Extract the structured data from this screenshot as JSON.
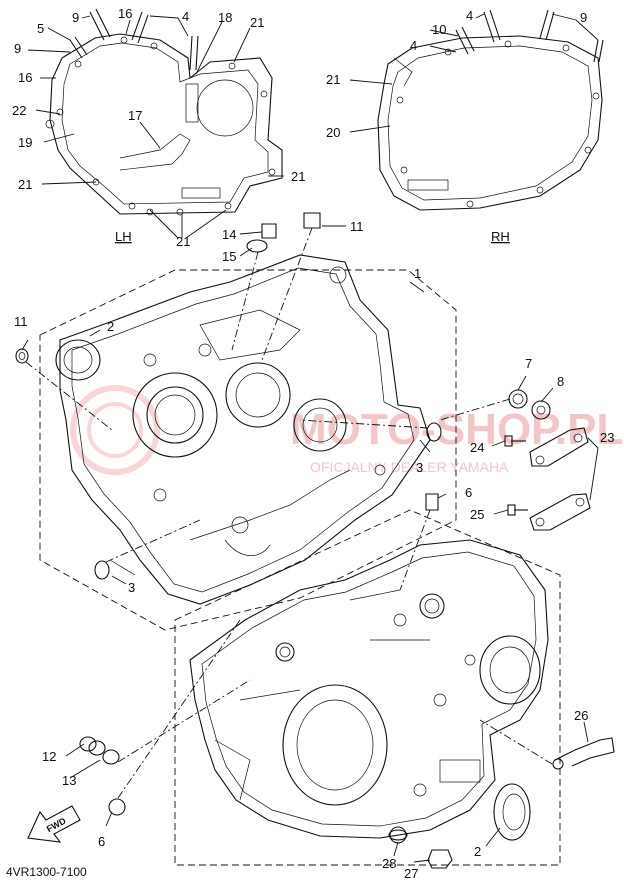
{
  "labels": {
    "lh": "LH",
    "rh": "RH",
    "fwd": "FWD",
    "code": "4VR1300-7100",
    "watermark_main": "MOTO-SHOP.PL",
    "watermark_sub": "OFICJALNY DEALER YAMAHA"
  },
  "callouts": {
    "c1": "1",
    "c2a": "2",
    "c2b": "2",
    "c3a": "3",
    "c3b": "3",
    "c4a": "4",
    "c4b": "4",
    "c4c": "4",
    "c5": "5",
    "c6a": "6",
    "c6b": "6",
    "c7": "7",
    "c8": "8",
    "c9a": "9",
    "c9b": "9",
    "c9c": "9",
    "c10": "10",
    "c11a": "11",
    "c11b": "11",
    "c12": "12",
    "c13": "13",
    "c14": "14",
    "c15": "15",
    "c16a": "16",
    "c16b": "16",
    "c17": "17",
    "c18": "18",
    "c19": "19",
    "c20": "20",
    "c21a": "21",
    "c21b": "21",
    "c21c": "21",
    "c21d": "21",
    "c21e": "21",
    "c22": "22",
    "c23": "23",
    "c24": "24",
    "c25": "25",
    "c26": "26",
    "c27": "27",
    "c28": "28"
  },
  "colors": {
    "ink": "#111111",
    "watermark": "#e89999",
    "background": "#ffffff"
  }
}
